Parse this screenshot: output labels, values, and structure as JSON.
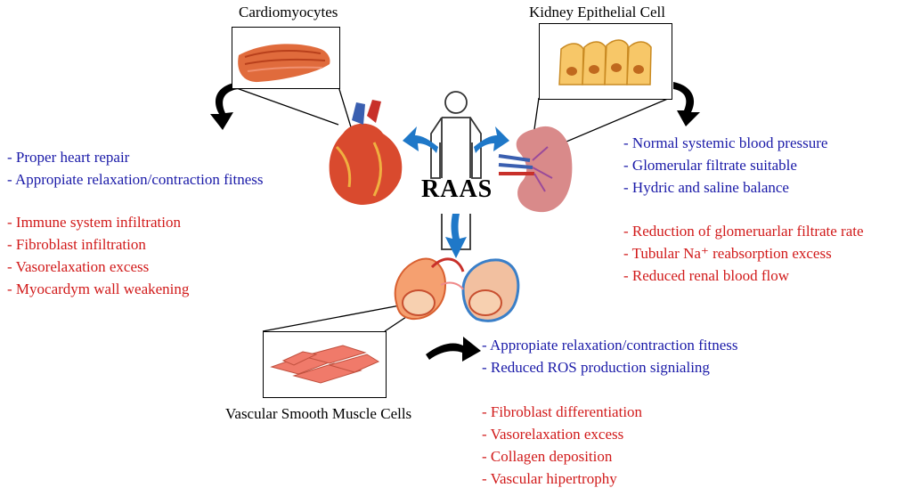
{
  "labels": {
    "cardiomyocytes": "Cardiomyocytes",
    "kidney": "Kidney Epithelial Cell",
    "vascular": "Vascular Smooth Muscle Cells",
    "center": "RAAS"
  },
  "heart": {
    "positive": [
      "- Proper heart repair",
      "- Appropiate relaxation/contraction fitness"
    ],
    "negative": [
      "- Immune system infiltration",
      "- Fibroblast infiltration",
      "- Vasorelaxation excess",
      "- Myocardym wall weakening"
    ]
  },
  "kidney": {
    "positive": [
      "- Normal systemic blood pressure",
      "- Glomerular filtrate suitable",
      "- Hydric and saline balance"
    ],
    "negative": [
      "- Reduction of glomeruarlar filtrate rate",
      "- Tubular Na⁺ reabsorption excess",
      "- Reduced renal blood flow"
    ]
  },
  "vessel": {
    "positive": [
      "- Appropiate relaxation/contraction fitness",
      "- Reduced ROS production signialing"
    ],
    "negative": [
      "- Fibroblast differentiation",
      "- Vasorelaxation excess",
      "- Collagen deposition",
      "- Vascular hipertrophy"
    ]
  },
  "colors": {
    "positive": "#1a1aa8",
    "negative": "#d11a1a",
    "arrow": "#1f78c8"
  }
}
